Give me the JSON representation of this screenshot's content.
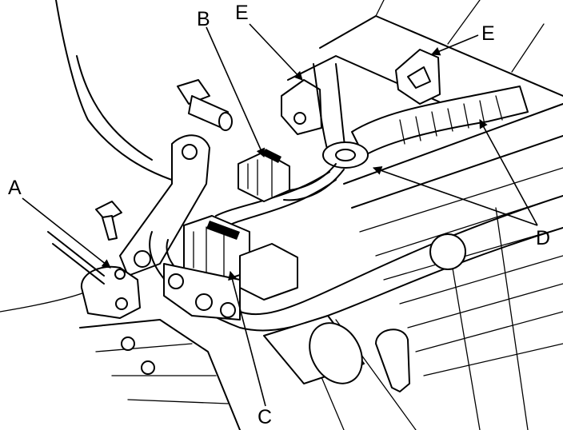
{
  "callouts": {
    "a": "A",
    "b": "B",
    "c": "C",
    "d": "D",
    "e_left": "E",
    "e_right": "E"
  }
}
